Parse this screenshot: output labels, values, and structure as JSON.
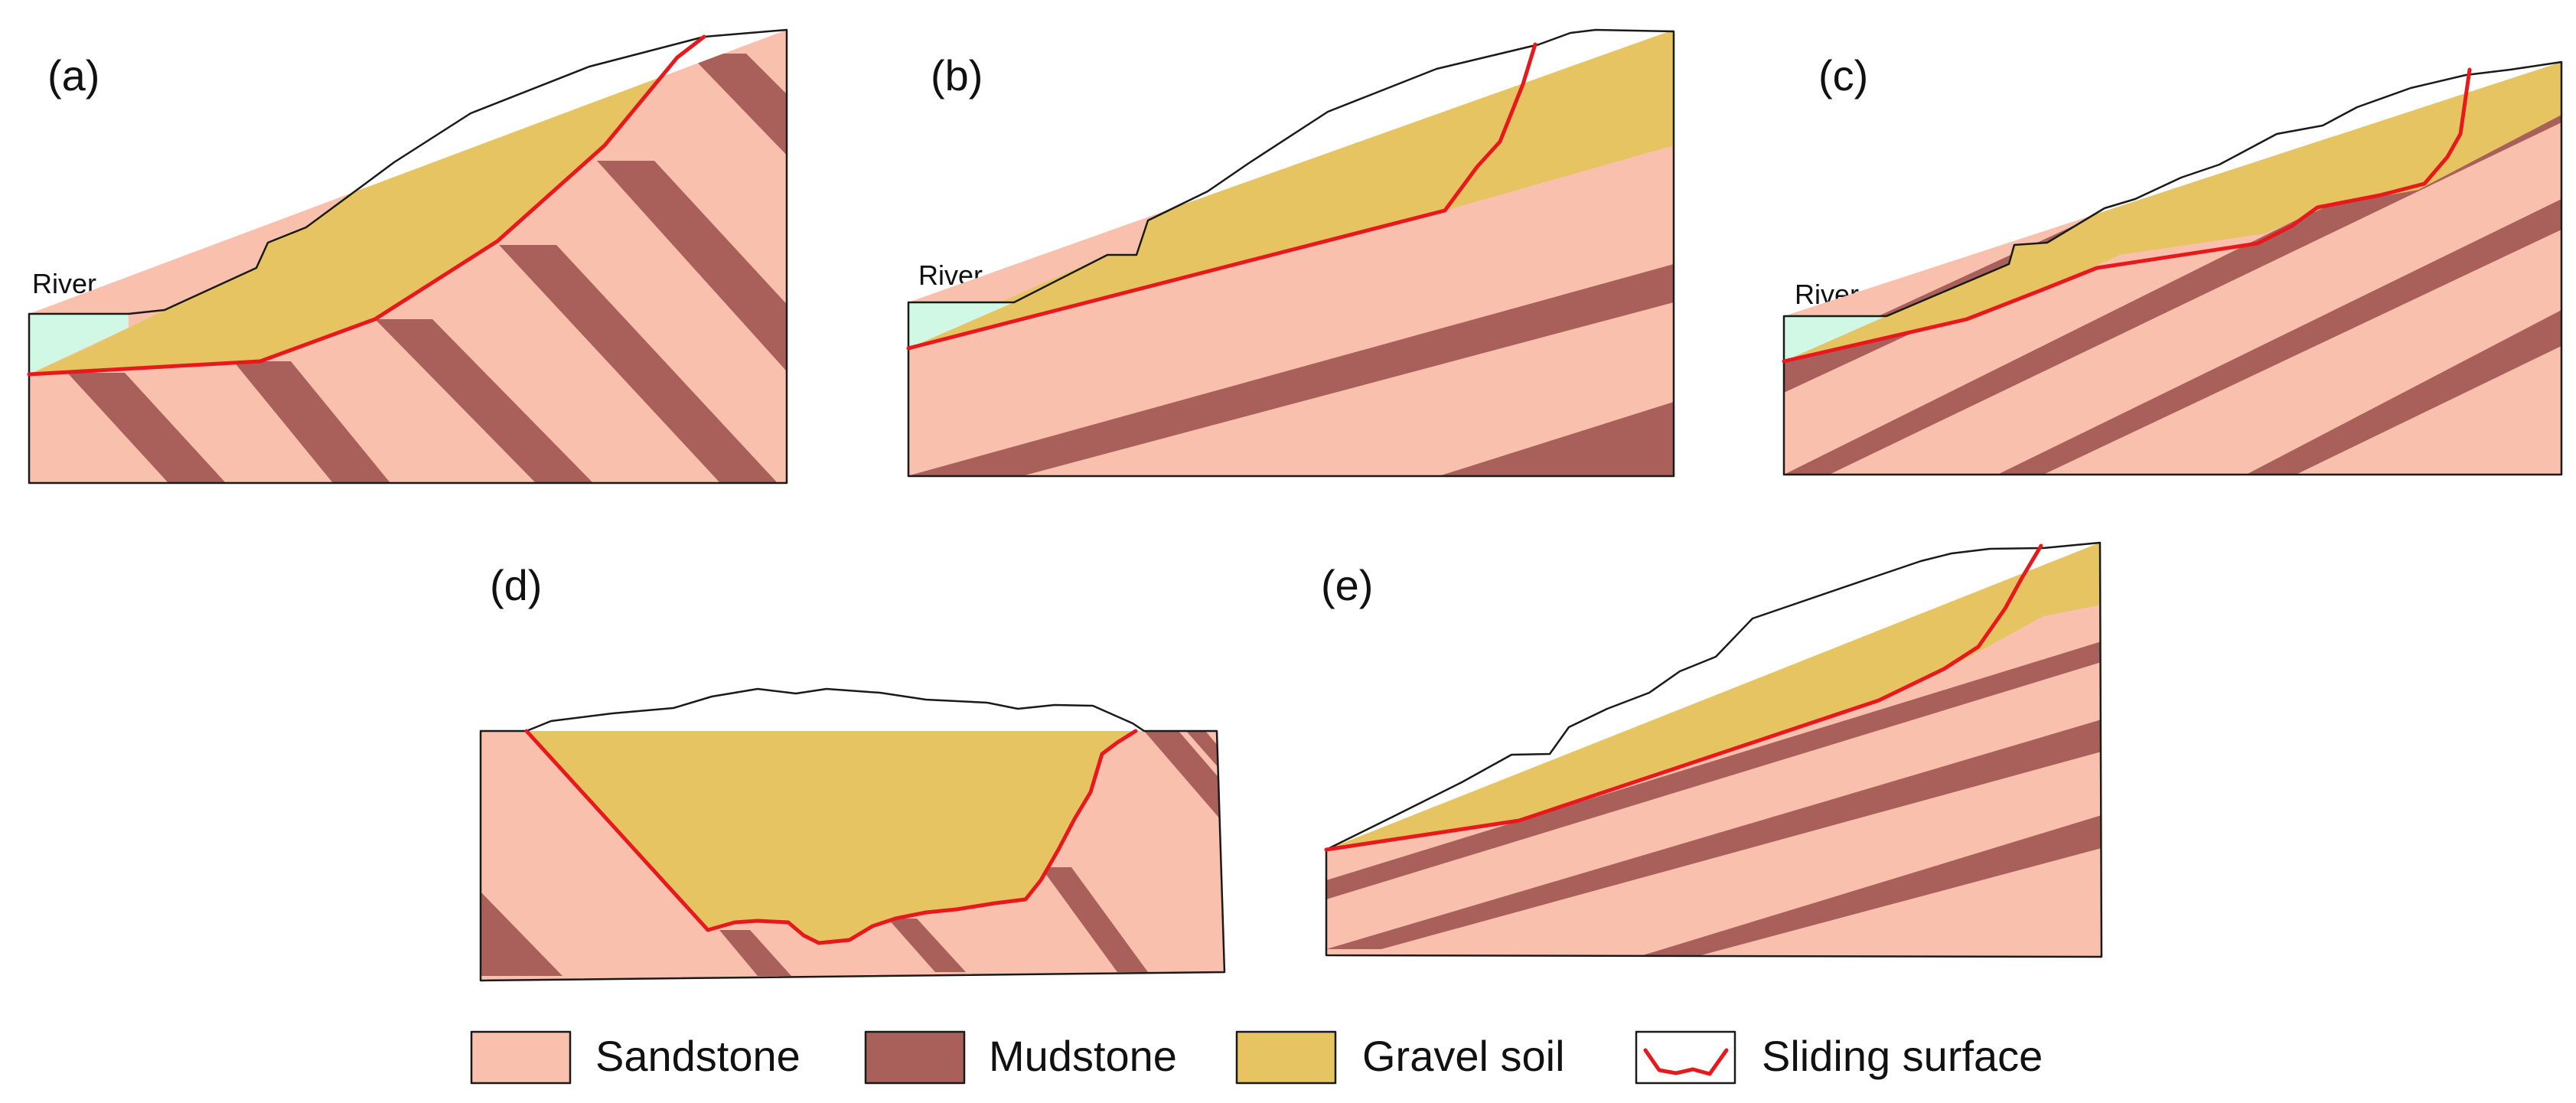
{
  "colors": {
    "sandstone": "#f9c0ae",
    "mudstone": "#a9605a",
    "gravel_soil": "#e6c462",
    "sliding_surface": "#e8191d",
    "river": "#d0f8e4",
    "outline": "#1a1a1a"
  },
  "panels": [
    {
      "id": "a",
      "label": "(a)",
      "river_label": "River"
    },
    {
      "id": "b",
      "label": "(b)",
      "river_label": "River"
    },
    {
      "id": "c",
      "label": "(c)",
      "river_label": "River"
    },
    {
      "id": "d",
      "label": "(d)"
    },
    {
      "id": "e",
      "label": "(e)"
    }
  ],
  "legend": {
    "items": [
      {
        "name": "Sandstone",
        "swatch": "sandstone"
      },
      {
        "name": "Mudstone",
        "swatch": "mudstone"
      },
      {
        "name": "Gravel soil",
        "swatch": "gravel_soil"
      },
      {
        "name": "Sliding surface",
        "swatch": "sliding_surface"
      }
    ]
  }
}
